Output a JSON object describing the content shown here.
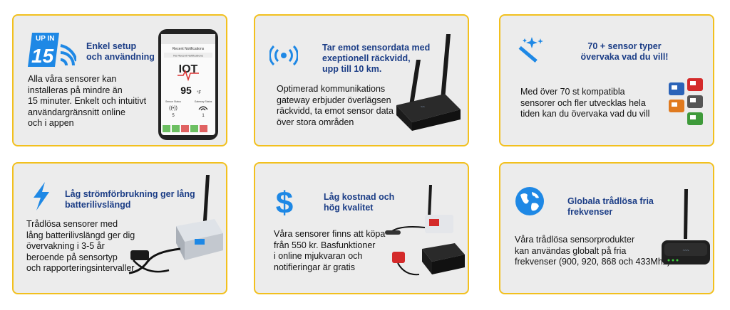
{
  "colors": {
    "border": "#f2c01e",
    "card_bg": "#ececec",
    "title": "#1b3d86",
    "icon": "#1e88e5",
    "text": "#111111"
  },
  "cards": [
    {
      "icon": "up-in-15-icon",
      "badge": {
        "top": "UP IN",
        "number": "15"
      },
      "title": [
        "Enkel setup",
        "och användning"
      ],
      "body": [
        "Alla våra sensorer kan",
        "installeras på mindre än",
        "15 minuter. Enkelt och intuitivt",
        "användargränsnitt online",
        "och i appen"
      ],
      "phone": {
        "header": "Recent Notifications",
        "sub": "No Recent Notifications",
        "logo": "IOT",
        "value": "95",
        "unit": "°F",
        "left_label": "Sensor Status",
        "left_value": "5",
        "right_label": "Gateway Status",
        "right_value": "1"
      }
    },
    {
      "icon": "wireless-signal-icon",
      "title": [
        "Tar emot sensordata med",
        "exeptionell räckvidd,",
        "upp till 10 km."
      ],
      "body": [
        "Optimerad kommunikations",
        "gateway erbjuder överlägsen",
        "räckvidd, ta emot sensor data",
        "över stora områden"
      ]
    },
    {
      "icon": "magic-wand-icon",
      "title": [
        "70 + sensor typer",
        "övervaka vad du vill!"
      ],
      "body": [
        "Med över 70 st kompatibla",
        "sensorer och fler utvecklas hela",
        "tiden kan du övervaka vad du vill"
      ]
    },
    {
      "icon": "lightning-bolt-icon",
      "title": [
        "Låg strömförbrukning ger lång",
        "batterilivslängd"
      ],
      "body": [
        "Trådlösa sensorer med",
        "lång batterilivslängd ger dig",
        "övervakning i 3-5 år",
        "beroende på sensortyp",
        "och rapporteringsintervaller"
      ]
    },
    {
      "icon": "dollar-sign-icon",
      "title": [
        "Låg kostnad och",
        "hög kvalitet"
      ],
      "body": [
        "Våra sensorer finns att köpa",
        "från 550 kr.  Basfunktioner",
        "i online mjukvaran och",
        "notifieringar är gratis"
      ]
    },
    {
      "icon": "globe-icon",
      "title": [
        "Globala trådlösa fria",
        "frekvenser"
      ],
      "body": [
        "Våra trådlösa sensorprodukter",
        "kan användas globalt på fria",
        "frekvenser (900, 920, 868 och 433Mhz)"
      ]
    }
  ]
}
